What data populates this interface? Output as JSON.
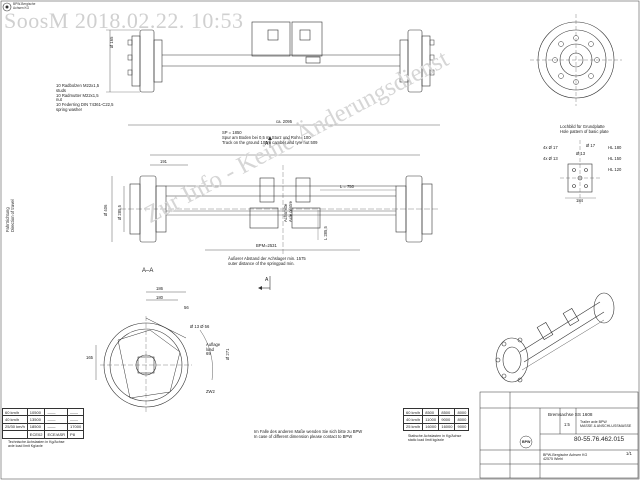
{
  "watermark": {
    "top": "SoosM 2018.02.22. 10:53",
    "diagonal": "Zur Info - Keine Änderungsdienst"
  },
  "logo": {
    "line1": "BPW-Bergische",
    "line2": "Achsen KG",
    "badge": "BPW"
  },
  "notes": {
    "wheel_nuts": "10 Radbolzen M22x1,5\nstuds\n10 Radmutter M22x1,5\nnut\n10 Federring DIN 74361-C22,5\nspring washer",
    "track": "SP = 1850\nSpur am Boden bei 0,5 m. Sturz und Rohr= 100\nTrack on the ground 100m camber and tyre nut 509",
    "hole_pattern": "Lochbild für Grundplatte\nHole pattern of basic plate",
    "outer_distance": "Äußerer Abstand der Achslager min. 1575\nouter distance of the springpad min.",
    "dim_note": "Im Falle des anderen Maße wenden Sie sich bitte zu BPW\nIn case of different dimension please contact to BPW"
  },
  "dims": {
    "overall": "ca. 2095",
    "d1": "191",
    "d2": "L = 750",
    "d_pipe": "Ø 165",
    "d_drum": "Ø 406",
    "d_drum2": "Ø 285,5",
    "d_height": "L 285,5",
    "spring_dist": "BPM=2531",
    "hole1": "4x Ø 17",
    "hole2": "4x Ø 13",
    "hole3": "Ø 13",
    "hole4": "Ø 17",
    "hl1": "HL 180",
    "hl2": "HL 150",
    "hl3": "HL 120",
    "hw": "184",
    "section": "A–A",
    "arrow": "A",
    "vlabel_left": "Fahrtrichtung\nDirection of travel",
    "vlabel_mid": "Achsmitte\nAxle centre",
    "det1": "186",
    "det2": "180",
    "det3": "56",
    "det4": "Ø 13 Ø 56",
    "det5": "165",
    "det6": "69",
    "det7": "Ø 271",
    "det8": "ZW2",
    "det9": "Auflage",
    "det10": "load"
  },
  "load_table_left": {
    "rows": [
      [
        "60 km/h",
        "10500",
        "——",
        "——"
      ],
      [
        "40 km/h",
        "13500",
        "——",
        "——"
      ],
      [
        "25/30 km/h",
        "18500",
        "——",
        "17000"
      ],
      [
        "",
        "ECE02",
        "ECE/ASR",
        "P8"
      ]
    ],
    "caption": "Technische Achslasten in Kg/Achse\naxle load limit Kg/axle"
  },
  "load_table_right": {
    "rows": [
      [
        "60 km/h",
        "8500",
        "8500",
        "8000"
      ],
      [
        "40 km/h",
        "11000",
        "9000",
        "8000"
      ],
      [
        "25 km/h",
        "16000",
        "16000",
        "9000"
      ]
    ],
    "caption": "Statische Achslasten in Kg/Achse\nstatic load limit kg/axle"
  },
  "title_block": {
    "name": "Bremsachse SS 1608",
    "sub": "Trailer axle BPW\nMASSE & ANSCHLUSSMASSE",
    "drawing_no": "80-55.76.462.015",
    "scale": "1:5",
    "sheet": "1/1",
    "company": "BPW-Bergische Achsen KG\n42575 Wiehl"
  }
}
